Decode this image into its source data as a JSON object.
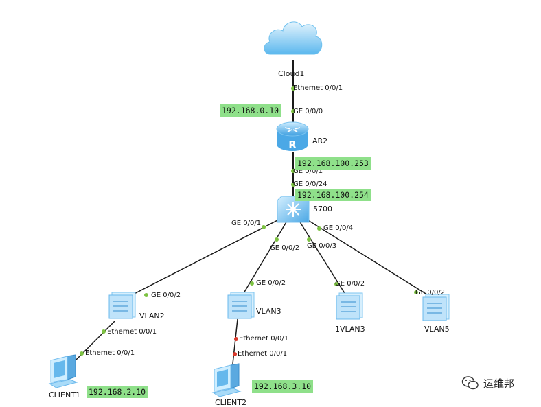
{
  "nodes": {
    "cloud": {
      "label": "Cloud1",
      "icon": "cloud-icon"
    },
    "router": {
      "label": "AR2",
      "icon": "router-icon"
    },
    "core_switch": {
      "label": "5700",
      "icon": "core-switch-icon"
    },
    "sw_vlan2": {
      "label": "VLAN2",
      "icon": "switch-icon"
    },
    "sw_vlan3": {
      "label": "VLAN3",
      "icon": "switch-icon"
    },
    "sw_1vlan3": {
      "label": "1VLAN3",
      "icon": "switch-icon"
    },
    "sw_vlan5": {
      "label": "VLAN5",
      "icon": "switch-icon"
    },
    "client1": {
      "label": "CLIENT1",
      "icon": "pc-icon"
    },
    "client2": {
      "label": "CLIENT2",
      "icon": "pc-icon"
    }
  },
  "ports": {
    "cloud_eth": "Ethernet 0/0/1",
    "ar2_ge000": "GE 0/0/0",
    "ar2_ge001": "GE 0/0/1",
    "sw5700_ge0024": "GE 0/0/24",
    "sw5700_ge001": "GE 0/0/1",
    "sw5700_ge002": "GE 0/0/2",
    "sw5700_ge003": "GE 0/0/3",
    "sw5700_ge004": "GE 0/0/4",
    "vlan2_ge002": "GE 0/0/2",
    "vlan3_ge002": "GE 0/0/2",
    "vlan1_3_ge002": "GE 0/0/2",
    "vlan5_ge002": "GE 0/0/2",
    "vlan2_eth001": "Ethernet 0/0/1",
    "client1_eth001": "Ethernet 0/0/1",
    "vlan3_eth001": "Ethernet 0/0/1",
    "client2_eth001": "Ethernet 0/0/1"
  },
  "ips": {
    "ar2_wan": "192.168.0.10",
    "ar2_lan": "192.168.100.253",
    "sw5700": "192.168.100.254",
    "client1": "192.168.2.10",
    "client2": "192.168.3.10"
  },
  "watermark": {
    "text": "运维邦",
    "icon": "wechat-icon"
  },
  "colors": {
    "link": "#1a1a1a",
    "port_up": "#7dc242",
    "port_down": "#d9392c",
    "ip_highlight": "#8fe08a",
    "device_blue": "#5bb4ea"
  }
}
